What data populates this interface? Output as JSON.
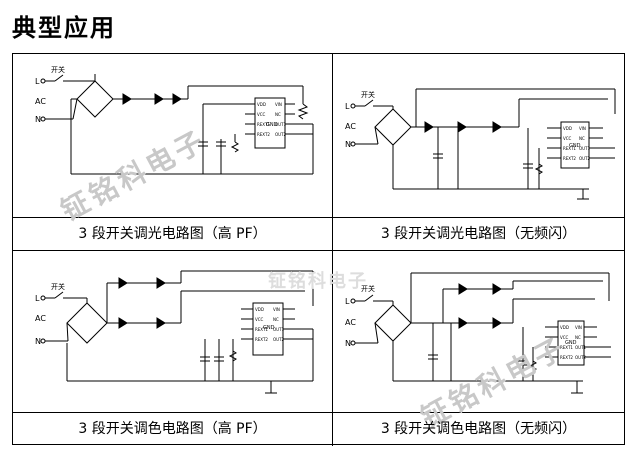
{
  "page": {
    "title": "典型应用"
  },
  "circuits": [
    {
      "caption": "3 段开关调光电路图（高 PF）",
      "label_L": "L",
      "label_AC": "AC",
      "label_N": "N",
      "switch": "开关",
      "pins_left": [
        "VDD",
        "VCC",
        "REXT1",
        "REXT2"
      ],
      "pin_gnd": "GND",
      "pins_right": [
        "VIN",
        "NC",
        "OUT1",
        "OUT2"
      ]
    },
    {
      "caption": "3 段开关调光电路图（无频闪）",
      "label_L": "L",
      "label_AC": "AC",
      "label_N": "N",
      "switch": "开关",
      "pins_left": [
        "VDD",
        "VCC",
        "REXT1",
        "REXT2"
      ],
      "pin_gnd": "GND",
      "pins_right": [
        "VIN",
        "NC",
        "OUT1",
        "OUT2"
      ]
    },
    {
      "caption": "3 段开关调色电路图（高 PF）",
      "label_L": "L",
      "label_AC": "AC",
      "label_N": "N",
      "switch": "开关",
      "pins_left": [
        "VDD",
        "VCC",
        "REXT1",
        "REXT2"
      ],
      "pin_gnd": "GND",
      "pins_right": [
        "VIN",
        "NC",
        "OUT1",
        "OUT2"
      ]
    },
    {
      "caption": "3 段开关调色电路图（无频闪）",
      "label_L": "L",
      "label_AC": "AC",
      "label_N": "N",
      "switch": "开关",
      "pins_left": [
        "VDD",
        "VCC",
        "REXT1",
        "REXT2"
      ],
      "pin_gnd": "GND",
      "pins_right": [
        "VIN",
        "NC",
        "OUT1",
        "OUT2"
      ]
    }
  ],
  "watermark": {
    "text": "钲铭科电子"
  }
}
